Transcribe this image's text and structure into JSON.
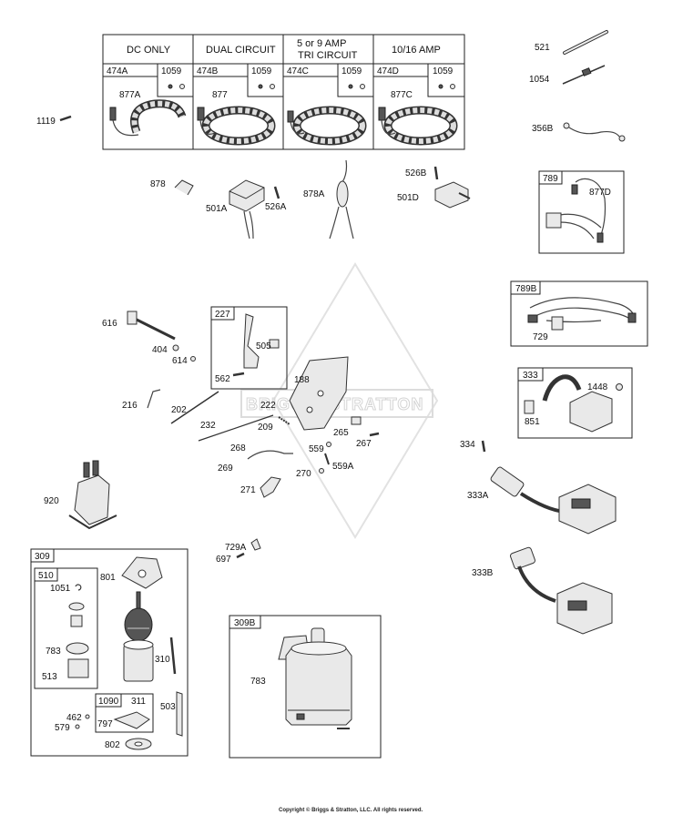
{
  "kit_table": {
    "headers": [
      "DC ONLY",
      "DUAL CIRCUIT",
      "5  or  9  AMP",
      "TRI CIRCUIT",
      "10/16 AMP"
    ],
    "cells": [
      {
        "kit": "474A",
        "screw": "1059",
        "lead": "877A"
      },
      {
        "kit": "474B",
        "screw": "1059",
        "lead": "877"
      },
      {
        "kit": "474C",
        "screw": "1059",
        "lead": ""
      },
      {
        "kit": "474D",
        "screw": "1059",
        "lead": "877C"
      }
    ]
  },
  "labels": {
    "p1119": "1119",
    "p521": "521",
    "p1054": "1054",
    "p356b": "356B",
    "p878": "878",
    "p501a": "501A",
    "p526a": "526A",
    "p878a": "878A",
    "p526b": "526B",
    "p501d": "501D",
    "p789": "789",
    "p877d": "877D",
    "p789b": "789B",
    "p729": "729",
    "p616": "616",
    "p404": "404",
    "p614": "614",
    "p227": "227",
    "p505": "505",
    "p562": "562",
    "p188": "188",
    "p222": "222",
    "p209": "209",
    "p265": "265",
    "p267": "267",
    "p216": "216",
    "p202": "202",
    "p232": "232",
    "p268": "268",
    "p559": "559",
    "p269": "269",
    "p270": "270",
    "p559a": "559A",
    "p271": "271",
    "p333": "333",
    "p1448": "1448",
    "p851": "851",
    "p334": "334",
    "p333a": "333A",
    "p333b": "333B",
    "p920": "920",
    "p729a": "729A",
    "p697": "697",
    "p309": "309",
    "p510": "510",
    "p801": "801",
    "p1051": "1051",
    "p783a": "783",
    "p513": "513",
    "p310": "310",
    "p1090": "1090",
    "p311": "311",
    "p462": "462",
    "p797": "797",
    "p579": "579",
    "p503": "503",
    "p802": "802",
    "p309b": "309B",
    "p783b": "783"
  },
  "watermark": "BRIGGS&STRATTON",
  "copyright": "Copyright © Briggs & Stratton, LLC. All rights reserved."
}
